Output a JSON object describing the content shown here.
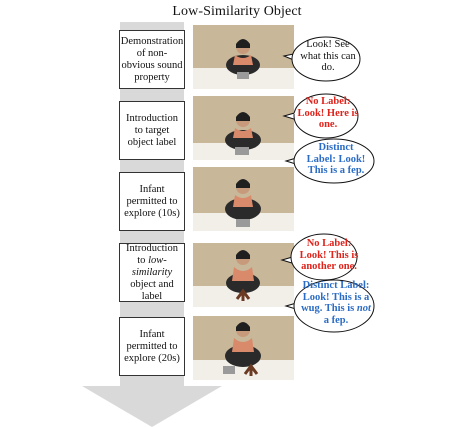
{
  "title": "Low-Similarity Object",
  "steps": [
    {
      "label": "Demonstration of non-obvious sound property"
    },
    {
      "label": "Introduction to target object label"
    },
    {
      "label": "Infant permitted to explore (10s)"
    },
    {
      "label_pre": "Introduction to ",
      "label_em": "low-similarity",
      "label_post": " object and label"
    },
    {
      "label": "Infant permitted to explore (20s)"
    }
  ],
  "bubbles": {
    "demo": "Look! See what this can do.",
    "target_nolabel": "No Label: Look! Here is one.",
    "target_distinct": "Distinct Label: Look! This is a fep.",
    "low_nolabel": "No Label: Look! This is another one.",
    "low_distinct_pre": "Distinct Label: Look! This is a wug. This is ",
    "low_distinct_em": "not",
    "low_distinct_post": " a fep."
  },
  "colors": {
    "no_label": "#e0231b",
    "distinct_label": "#2b6cc4",
    "arrow": "#d9d9d9",
    "wall": "#c9b79a",
    "table": "#f2efe9",
    "scarf": "#d98a6a"
  }
}
